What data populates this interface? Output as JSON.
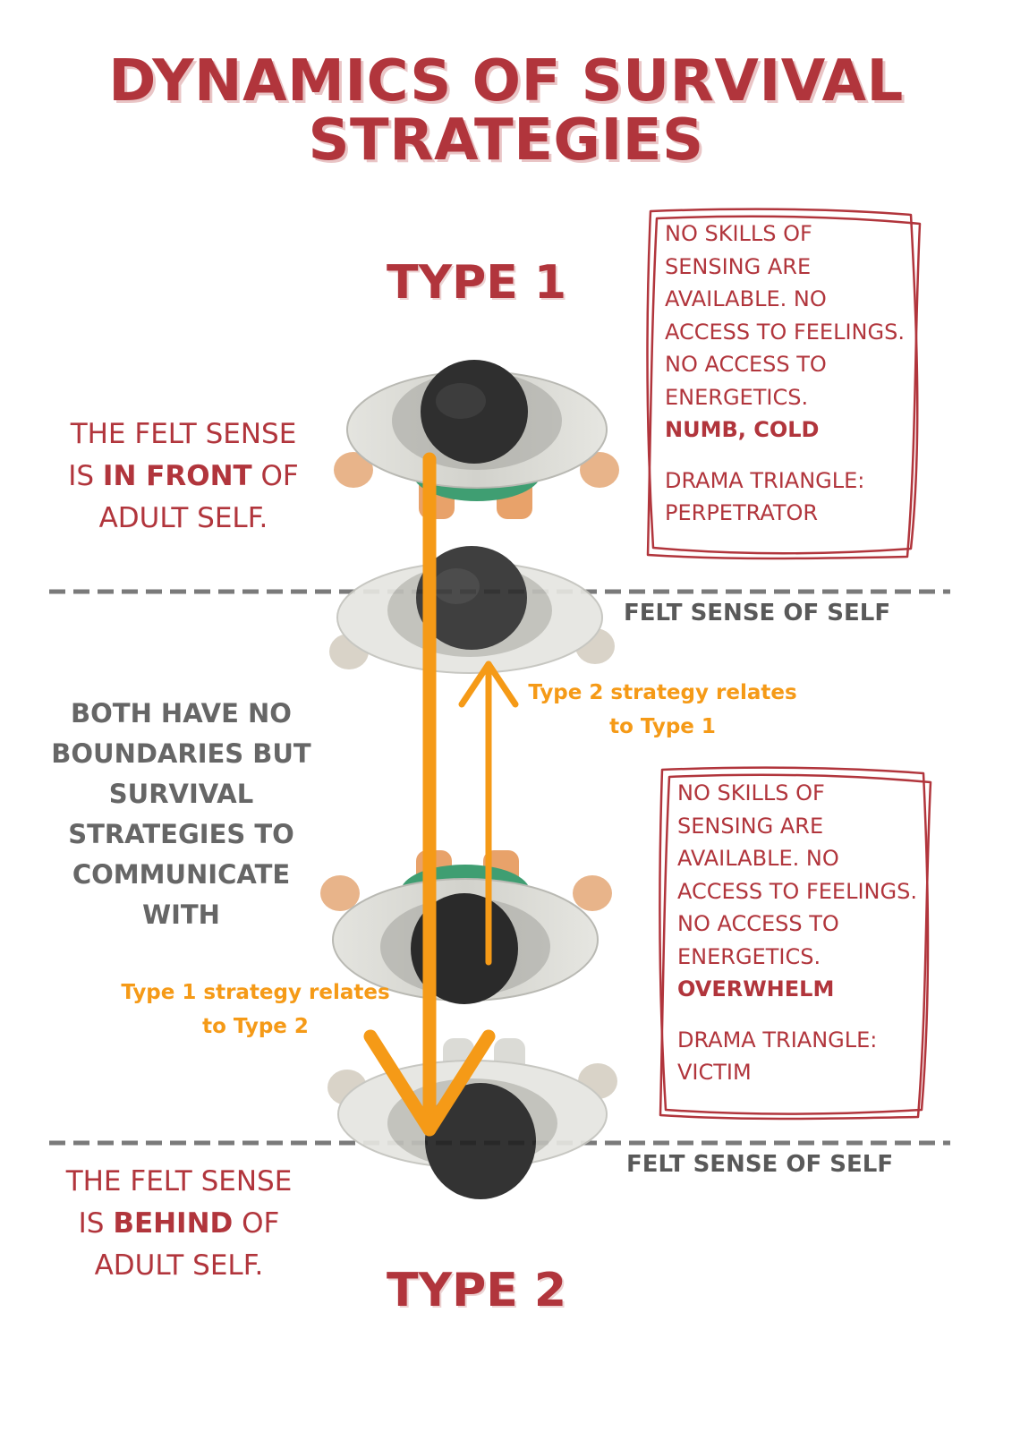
{
  "title": {
    "line1": "DYNAMICS OF SURVIVAL",
    "line2": "STRATEGIES"
  },
  "type1": {
    "label": "TYPE 1",
    "felt_sense": {
      "part1": "THE FELT SENSE",
      "part2_pre": "IS ",
      "part2_bold": "IN FRONT",
      "part2_post": " OF",
      "part3": "ADULT SELF."
    },
    "box": {
      "lines": [
        "NO SKILLS OF",
        "SENSING ARE",
        "AVAILABLE. NO",
        "ACCESS TO FEELINGS.",
        "NO ACCESS TO",
        "ENERGETICS."
      ],
      "emphasis": "NUMB, COLD",
      "drama_label": "DRAMA TRIANGLE:",
      "drama_role": "PERPETRATOR"
    }
  },
  "type2": {
    "label": "TYPE 2",
    "felt_sense": {
      "part1": "THE FELT SENSE",
      "part2_pre": "IS ",
      "part2_bold": "BEHIND",
      "part2_post": " OF",
      "part3": "ADULT SELF."
    },
    "box": {
      "lines": [
        "NO SKILLS OF",
        "SENSING ARE",
        "AVAILABLE. NO",
        "ACCESS TO FEELINGS.",
        "NO ACCESS TO",
        "ENERGETICS."
      ],
      "emphasis": "OVERWHELM",
      "drama_label": "DRAMA TRIANGLE:",
      "drama_role": "VICTIM"
    }
  },
  "felt_sense_of_self": "FELT SENSE OF SELF",
  "both_text": [
    "BOTH HAVE NO",
    "BOUNDARIES BUT",
    "SURVIVAL",
    "STRATEGIES TO",
    "COMMUNICATE",
    "WITH"
  ],
  "arrow_labels": {
    "type2_to_type1": [
      "Type 2  strategy relates",
      "to Type 1"
    ],
    "type1_to_type2": [
      "Type 1  strategy relates",
      "to Type 2"
    ]
  },
  "colors": {
    "accent_red": "#b1353c",
    "arrow_orange": "#f59a17",
    "gray_text": "#666666",
    "dash_gray": "#7a7a7a"
  }
}
